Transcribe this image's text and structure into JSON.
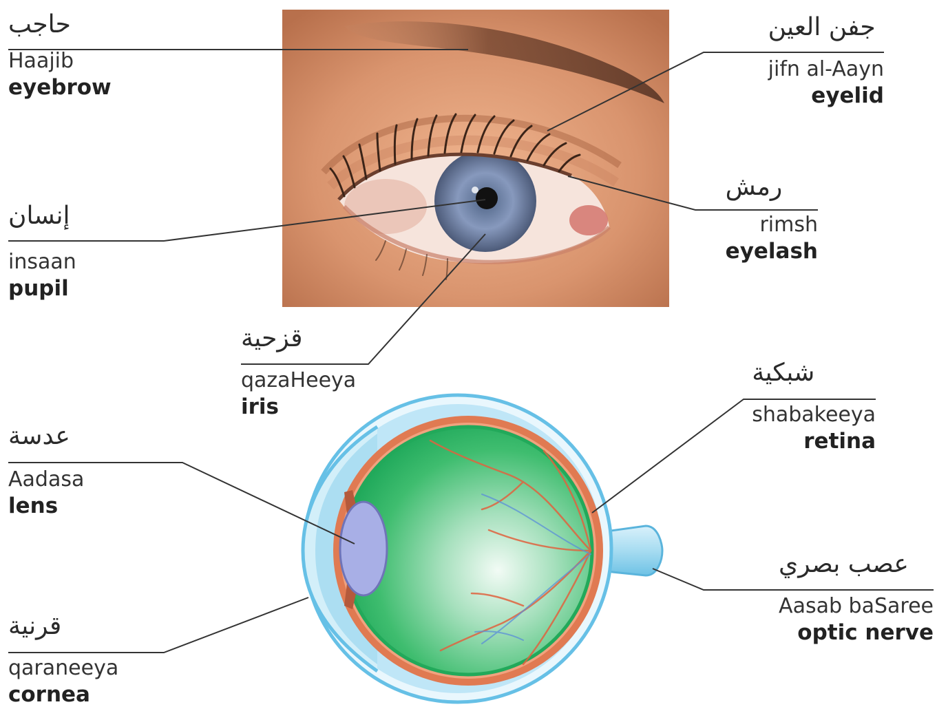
{
  "labels": {
    "eyebrow": {
      "arabic": "حاجب",
      "translit": "Haajib",
      "english": "eyebrow"
    },
    "pupil": {
      "arabic": "إنسان",
      "translit": "insaan",
      "english": "pupil"
    },
    "lens": {
      "arabic": "عدسة",
      "translit": "Aadasa",
      "english": "lens"
    },
    "cornea": {
      "arabic": "قرنية",
      "translit": "qaraneeya",
      "english": "cornea"
    },
    "iris": {
      "arabic": "قزحية",
      "translit": "qazaHeeya",
      "english": "iris"
    },
    "eyelid": {
      "arabic": "جفن العين",
      "translit": "jifn al-Aayn",
      "english": "eyelid"
    },
    "eyelash": {
      "arabic": "رمش",
      "translit": "rimsh",
      "english": "eyelash"
    },
    "retina": {
      "arabic": "شبكية",
      "translit": "shabakeeya",
      "english": "retina"
    },
    "optic_nerve": {
      "arabic": "عصب بصري",
      "translit": "Aasab baSaree",
      "english": "optic nerve"
    }
  },
  "colors": {
    "skin": "#d9946e",
    "iris": "#7d8fb0",
    "sclera_outer": "#79c8ea",
    "choroid": "#e07a52",
    "vitreous": "#33b967",
    "lens": "#a8afe6",
    "leader_line": "#333333"
  }
}
